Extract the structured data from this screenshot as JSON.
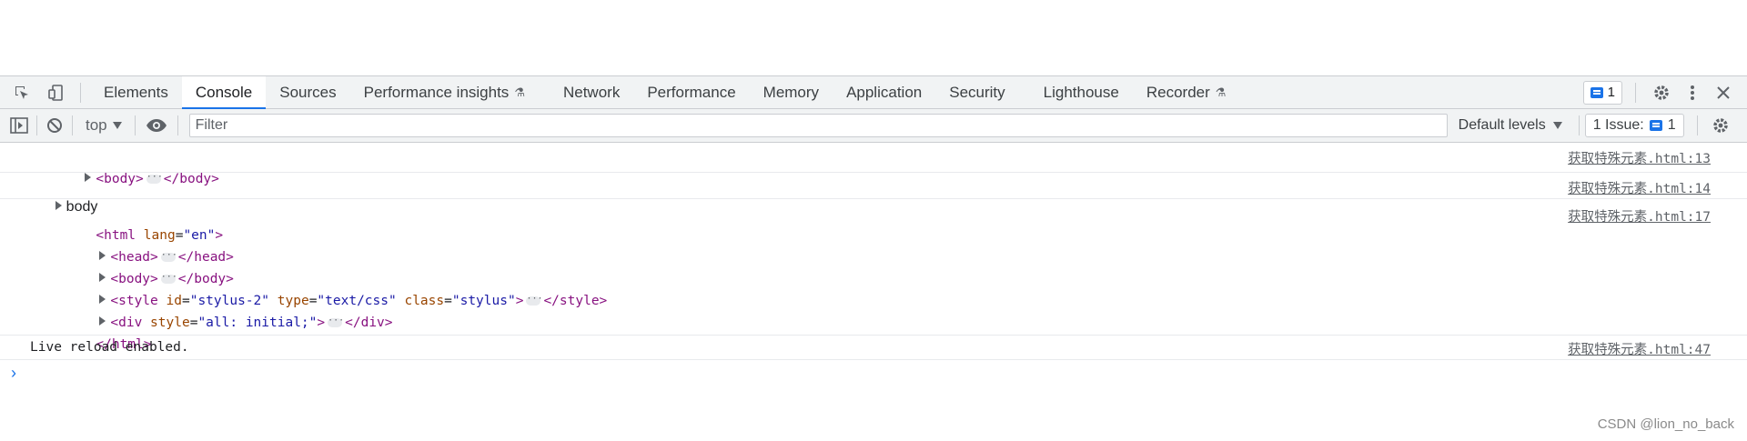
{
  "tabbar": {
    "tabs": [
      {
        "label": "Elements",
        "experimental": false
      },
      {
        "label": "Console",
        "experimental": false,
        "active": true
      },
      {
        "label": "Sources",
        "experimental": false
      },
      {
        "label": "Performance insights",
        "experimental": true
      },
      {
        "label": "Network",
        "experimental": false
      },
      {
        "label": "Performance",
        "experimental": false
      },
      {
        "label": "Memory",
        "experimental": false
      },
      {
        "label": "Application",
        "experimental": false
      },
      {
        "label": "Security",
        "experimental": false
      },
      {
        "label": "Lighthouse",
        "experimental": false
      },
      {
        "label": "Recorder",
        "experimental": true
      }
    ],
    "messages_count": "1",
    "experimental_glyph": "⚗"
  },
  "toolbar": {
    "context": "top",
    "filter_placeholder": "Filter",
    "levels_label": "Default levels",
    "issues_label": "1 Issue:",
    "issues_count": "1"
  },
  "console": {
    "row1": {
      "open": "<body>",
      "close": "</body>",
      "source": "获取特殊元素.html:13"
    },
    "row2": {
      "text": "body",
      "source": "获取特殊元素.html:14"
    },
    "row3": {
      "source": "获取特殊元素.html:17",
      "html_open_tag": "<html",
      "html_attr": "lang",
      "html_attr_val": "\"en\"",
      "html_gt": ">",
      "head_open": "<head>",
      "head_close": "</head>",
      "body_open": "<body>",
      "body_close": "</body>",
      "style_tag": "<style",
      "style_id_attr": "id",
      "style_id_val": "\"stylus-2\"",
      "style_type_attr": "type",
      "style_type_val": "\"text/css\"",
      "style_class_attr": "class",
      "style_class_val": "\"stylus\"",
      "style_gt": ">",
      "style_close": "</style>",
      "div_tag": "<div",
      "div_style_attr": "style",
      "div_style_val": "\"all: initial;\"",
      "div_gt": ">",
      "div_close": "</div>",
      "html_close": "</html>"
    },
    "row4": {
      "text": "Live reload enabled.",
      "source": "获取特殊元素.html:47"
    }
  },
  "watermark": "CSDN @lion_no_back",
  "colors": {
    "accent": "#1a73e8",
    "tag": "#881280",
    "attr": "#994500",
    "value": "#1a1aa6"
  }
}
